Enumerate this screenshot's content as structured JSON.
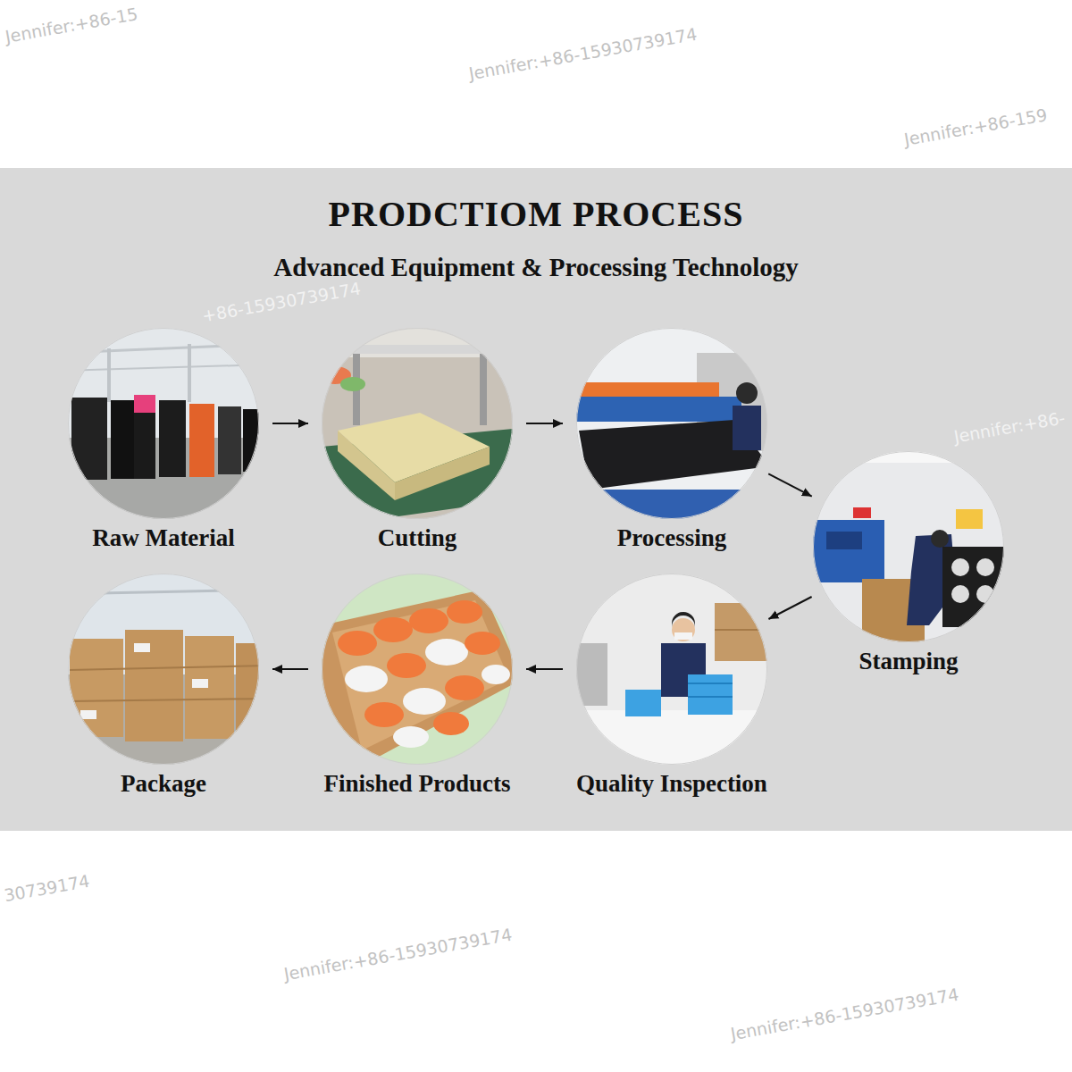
{
  "diagram": {
    "title": "PRODCTIOM PROCESS",
    "nodes": [
      {
        "text": [
          "Raw Material"
        ]
      },
      {
        "text": [
          "Cutting"
        ]
      },
      {
        "text": [
          "Processing"
        ]
      },
      {
        "text": [
          "Stamping"
        ]
      },
      {
        "text": [
          "Quality Inspection"
        ]
      },
      {
        "text": [
          "Finished Products"
        ]
      },
      {
        "text": [
          "Package"
        ]
      }
    ],
    "edges": [
      {
        "from": 0,
        "to": 1,
        "arrow": "to"
      },
      {
        "from": 1,
        "to": 2,
        "arrow": "to"
      },
      {
        "from": 2,
        "to": 3,
        "arrow": "to"
      },
      {
        "from": 3,
        "to": 4,
        "arrow": "to"
      },
      {
        "from": 4,
        "to": 5,
        "arrow": "to"
      },
      {
        "from": 5,
        "to": 6,
        "arrow": "to"
      }
    ],
    "labels": [
      "Advanced Equipment & Processing Technology",
      "Jennifer:+86-15",
      "Jennifer:+86-15930739174",
      "Jennifer:+86-159",
      "+86-15930739174",
      "Jennifer:+86-",
      "30739174",
      "Jennifer:+86-15930739174",
      "Jennifer:+86-15930739174"
    ]
  }
}
